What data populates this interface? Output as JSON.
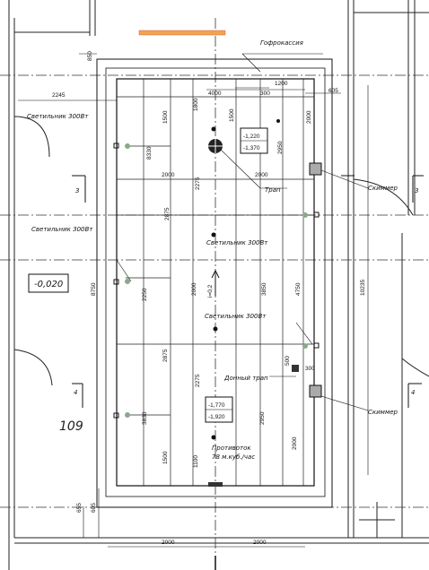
{
  "labels": {
    "gofro": "Гофрокассия",
    "lamp1": "Светильник 300Вт",
    "lamp2": "Светильник 300Вт",
    "lamp3": "Светильник 300Вт",
    "lamp4": "Светильник 300Вт",
    "trap": "Трап",
    "skimmer1": "Скиммер",
    "skimmer2": "Скиммер",
    "bottom_drain": "Донный трап",
    "counterflow": "Противоток",
    "counterflow_rate": "78 м.куб./час",
    "room_number": "109",
    "floor_level": "-0,020",
    "section_mark": "3",
    "section_mark_2": "4"
  },
  "elevations": {
    "upper_1": "-1,220",
    "upper_2": "-1,370",
    "lower_1": "-1,770",
    "lower_2": "-1,920"
  },
  "dimensions": {
    "top_850": "850",
    "top_2245": "2245",
    "top_4000": "4000",
    "top_1200": "1200",
    "top_300": "300",
    "top_605": "605",
    "v_1500a": "1500",
    "v_1800": "1800",
    "v_1500b": "1500",
    "v_2000_side": "2000",
    "v_8330": "8330",
    "h_2000a": "2000",
    "h_2000b": "2000",
    "v_2275a": "2275",
    "v_2950a": "2950",
    "v_2875": "2875",
    "v_2250": "2250",
    "v_2000a": "2000",
    "v_3850": "3850",
    "v_4750": "4750",
    "v_8750": "8750",
    "v_10235": "10235",
    "v_2875b": "2875",
    "v_2275b": "2275",
    "v_2950b": "2950",
    "v_3830": "3830",
    "v_500a": "500",
    "v_300": "300",
    "v_1500c": "1500",
    "v_2000b": "2000",
    "v_1100": "1100",
    "v_655": "655",
    "v_605": "605",
    "slope": "i=0,2",
    "bottom_2000a": "2000",
    "bottom_2000b": "2000"
  }
}
